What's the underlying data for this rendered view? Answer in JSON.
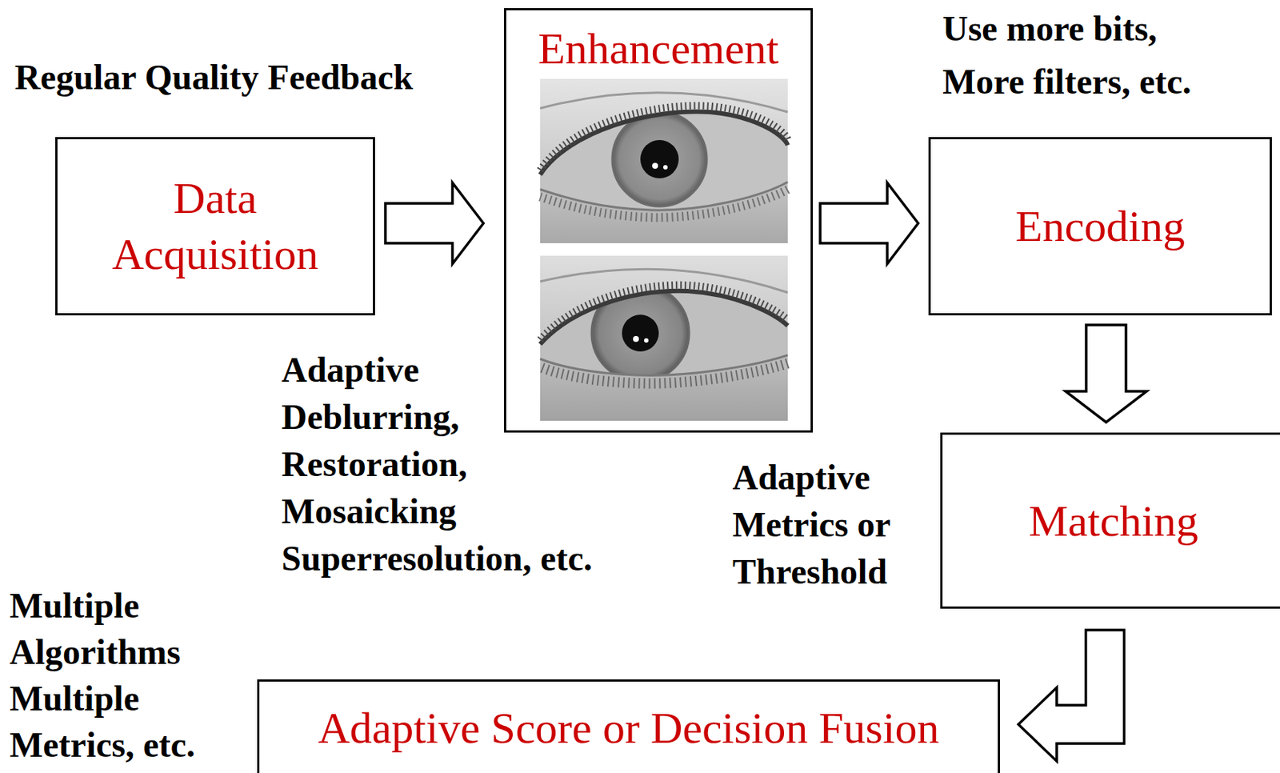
{
  "diagram": {
    "nodes": [
      {
        "text": [
          "Data Acquisition"
        ]
      },
      {
        "text": [
          "Enhancement"
        ]
      },
      {
        "text": [
          "Encoding"
        ]
      },
      {
        "text": [
          "Matching"
        ]
      },
      {
        "text": [
          "Adaptive Score or Decision Fusion"
        ]
      }
    ],
    "edges": [
      {
        "from": 0,
        "to": 1,
        "arrow": "to"
      },
      {
        "from": 1,
        "to": 2,
        "arrow": "to"
      },
      {
        "from": 2,
        "to": 3,
        "arrow": "to"
      },
      {
        "from": 3,
        "to": 4,
        "arrow": "to"
      }
    ],
    "labels": [
      "Regular Quality Feedback",
      "Use more bits, More filters, etc.",
      "Adaptive Deblurring, Restoration, Mosaicking Superresolution, etc.",
      "Adaptive Metrics or Threshold",
      "Multiple Algorithms Multiple Metrics, etc."
    ]
  }
}
